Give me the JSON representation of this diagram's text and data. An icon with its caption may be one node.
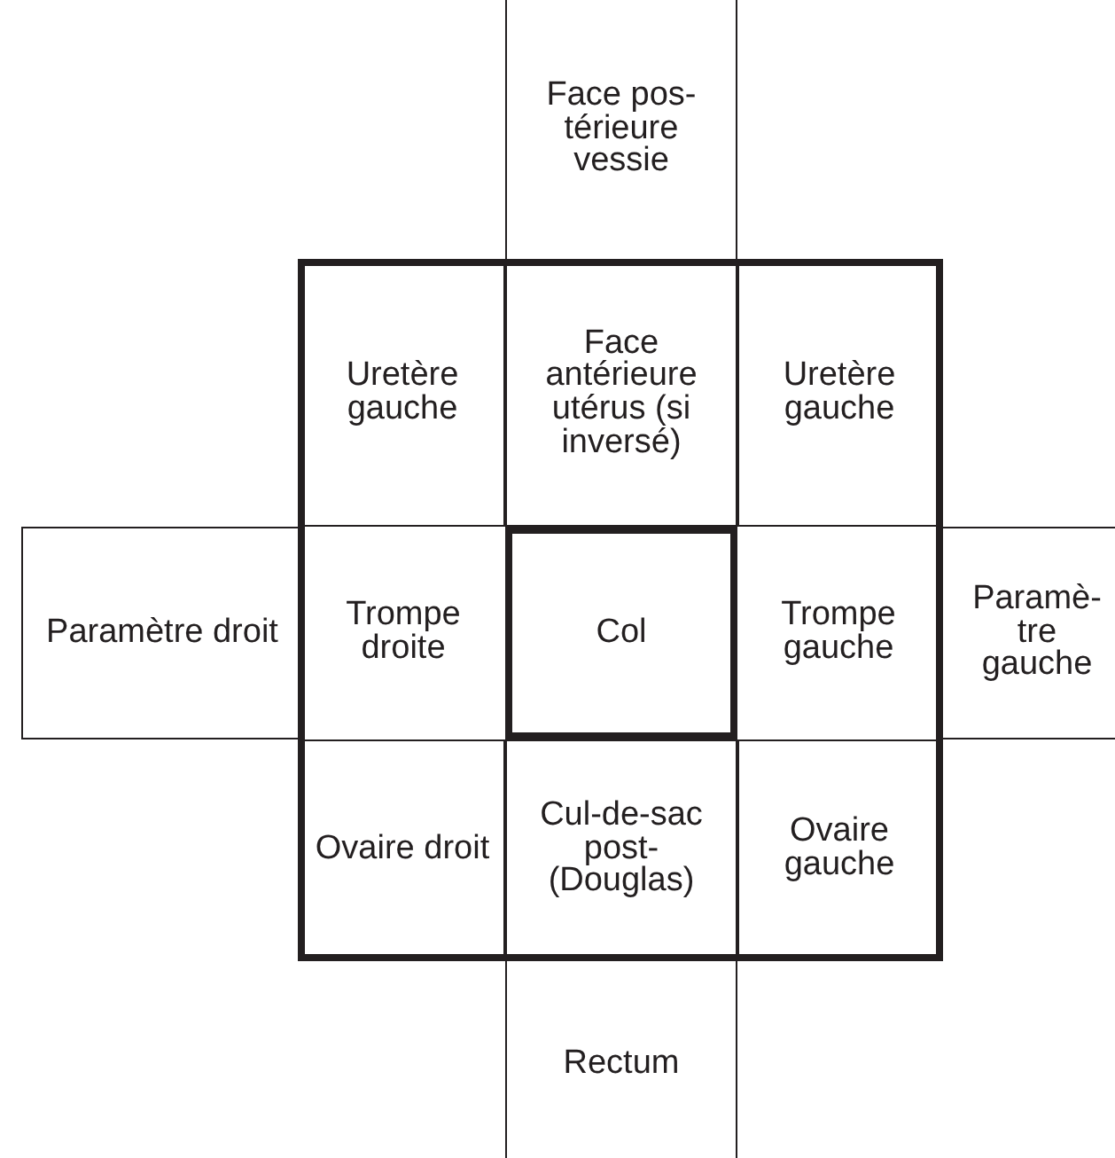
{
  "diagram": {
    "nodes": [
      {
        "text": [
          "Face pos- térieure vessie"
        ]
      },
      {
        "text": [
          "Uretère gauche"
        ]
      },
      {
        "text": [
          "Face antérieure utérus (si inversé)"
        ]
      },
      {
        "text": [
          "Uretère gauche"
        ]
      },
      {
        "text": [
          "Paramètre droit"
        ]
      },
      {
        "text": [
          "Trompe droite"
        ]
      },
      {
        "text": [
          "Col"
        ]
      },
      {
        "text": [
          "Trompe gauche"
        ]
      },
      {
        "text": [
          "Paramè- tre gauche"
        ]
      },
      {
        "text": [
          "Ovaire droit"
        ]
      },
      {
        "text": [
          "Cul-de-sac post- (Douglas)"
        ]
      },
      {
        "text": [
          "Ovaire gauche"
        ]
      },
      {
        "text": [
          "Rectum"
        ]
      }
    ]
  }
}
